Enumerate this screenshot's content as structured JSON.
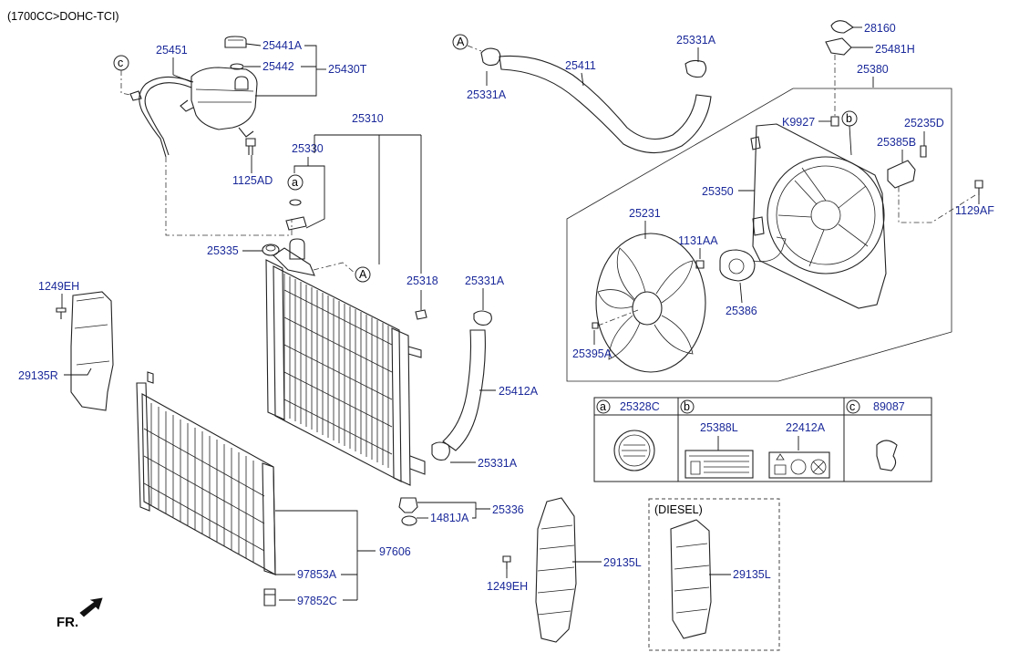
{
  "header": {
    "engine_spec": "(1700CC>DOHC-TCI)"
  },
  "footer": {
    "front_marker": "FR."
  },
  "part_labels": {
    "p25451": "25451",
    "p25441A": "25441A",
    "p25442": "25442",
    "p25430T": "25430T",
    "p1125AD": "1125AD",
    "p25310": "25310",
    "p25330": "25330",
    "p25335": "25335",
    "p25318": "25318",
    "p1249EH_left": "1249EH",
    "p29135R": "29135R",
    "p25411": "25411",
    "p25331A_top_left": "25331A",
    "p25331A_top_right": "25331A",
    "p25331A_mid": "25331A",
    "p25331A_low": "25331A",
    "p25412A": "25412A",
    "p25336": "25336",
    "p1481JA": "1481JA",
    "p28160": "28160",
    "p25481H": "25481H",
    "p25380": "25380",
    "pK9927": "K9927",
    "p25235D": "25235D",
    "p25385B": "25385B",
    "p25350": "25350",
    "p1129AF": "1129AF",
    "p25231": "25231",
    "p1131AA": "1131AA",
    "p25386": "25386",
    "p25395A": "25395A",
    "p97606": "97606",
    "p97853A": "97853A",
    "p97852C": "97852C",
    "p1249EH_bottom": "1249EH",
    "p29135L": "29135L",
    "p29135L_diesel": "29135L"
  },
  "callout_letters": {
    "a": "a",
    "b": "b",
    "c": "c",
    "A": "A"
  },
  "legend_table": {
    "col_a_letter": "a",
    "col_a_part": "25328C",
    "col_b_letter": "b",
    "col_b_part1": "25388L",
    "col_b_part2": "22412A",
    "col_c_letter": "c",
    "col_c_part": "89087"
  },
  "diesel_box": {
    "title": "(DIESEL)"
  }
}
